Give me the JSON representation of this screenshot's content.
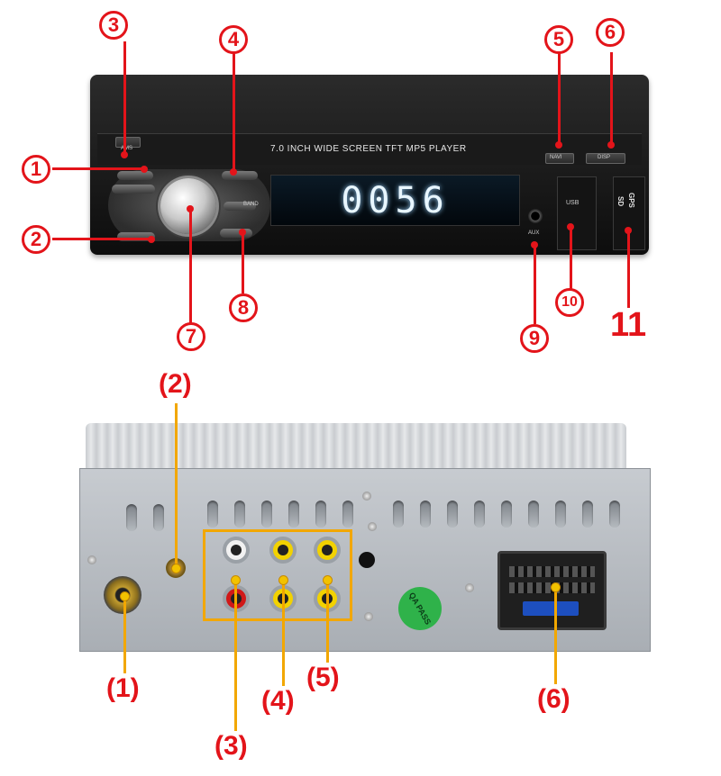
{
  "front": {
    "panel_title": "7.0 INCH WIDE SCREEN TFT MP5 PLAYER",
    "display_value": "0056",
    "labels": {
      "ams": "AMS",
      "band": "BAND",
      "navi": "NAVI",
      "disp": "DISP",
      "usb": "USB",
      "aux": "AUX",
      "sd": "SD",
      "gps": "GPS"
    },
    "callouts": [
      "1",
      "2",
      "3",
      "4",
      "5",
      "6",
      "7",
      "8",
      "9",
      "10",
      "11"
    ]
  },
  "rear": {
    "callouts": [
      "(1)",
      "(2)",
      "(3)",
      "(4)",
      "(5)",
      "(6)"
    ],
    "qa_badge": "QA PASS"
  },
  "colors": {
    "callout_red": "#e3141a",
    "highlight_yellow": "#f2a700"
  }
}
